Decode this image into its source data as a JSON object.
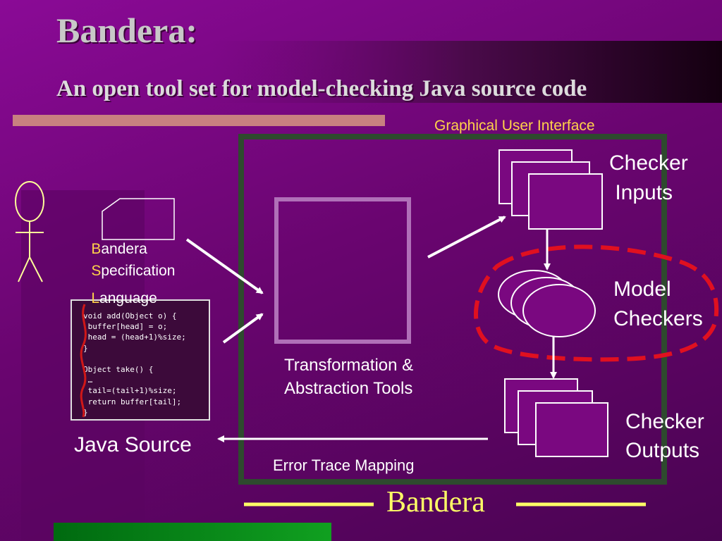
{
  "slide": {
    "title": "Bandera:",
    "subtitle": "An open tool set for model-checking Java source code"
  },
  "diagram": {
    "gui_label": "Graphical User Interface",
    "checker_inputs": [
      "Checker",
      " Inputs"
    ],
    "model_checkers": [
      "Model",
      "Checkers"
    ],
    "checker_outputs": [
      "Checker",
      "Outputs"
    ],
    "transformation": [
      "Transformation &",
      "Abstraction Tools"
    ],
    "error_trace": "Error Trace Mapping",
    "java_source": "Java Source",
    "bsl": {
      "line1_initial": "B",
      "line1_rest": "andera",
      "line2_initial": "S",
      "line2_rest": "pecification",
      "line3_initial": "L",
      "line3_rest": "anguage"
    },
    "code_lines": [
      "void add(Object o) {",
      " buffer[head] = o;",
      " head = (head+1)%size;",
      "}",
      "",
      "Object take() {",
      " …",
      " tail=(tail+1)%size;",
      " return buffer[tail];",
      "}"
    ],
    "footer": "Bandera"
  },
  "colors": {
    "background": "#7a0880",
    "accent_yellow": "#ffff66",
    "dashed_red": "#e01020",
    "frame_green": "#2e4a2e"
  }
}
